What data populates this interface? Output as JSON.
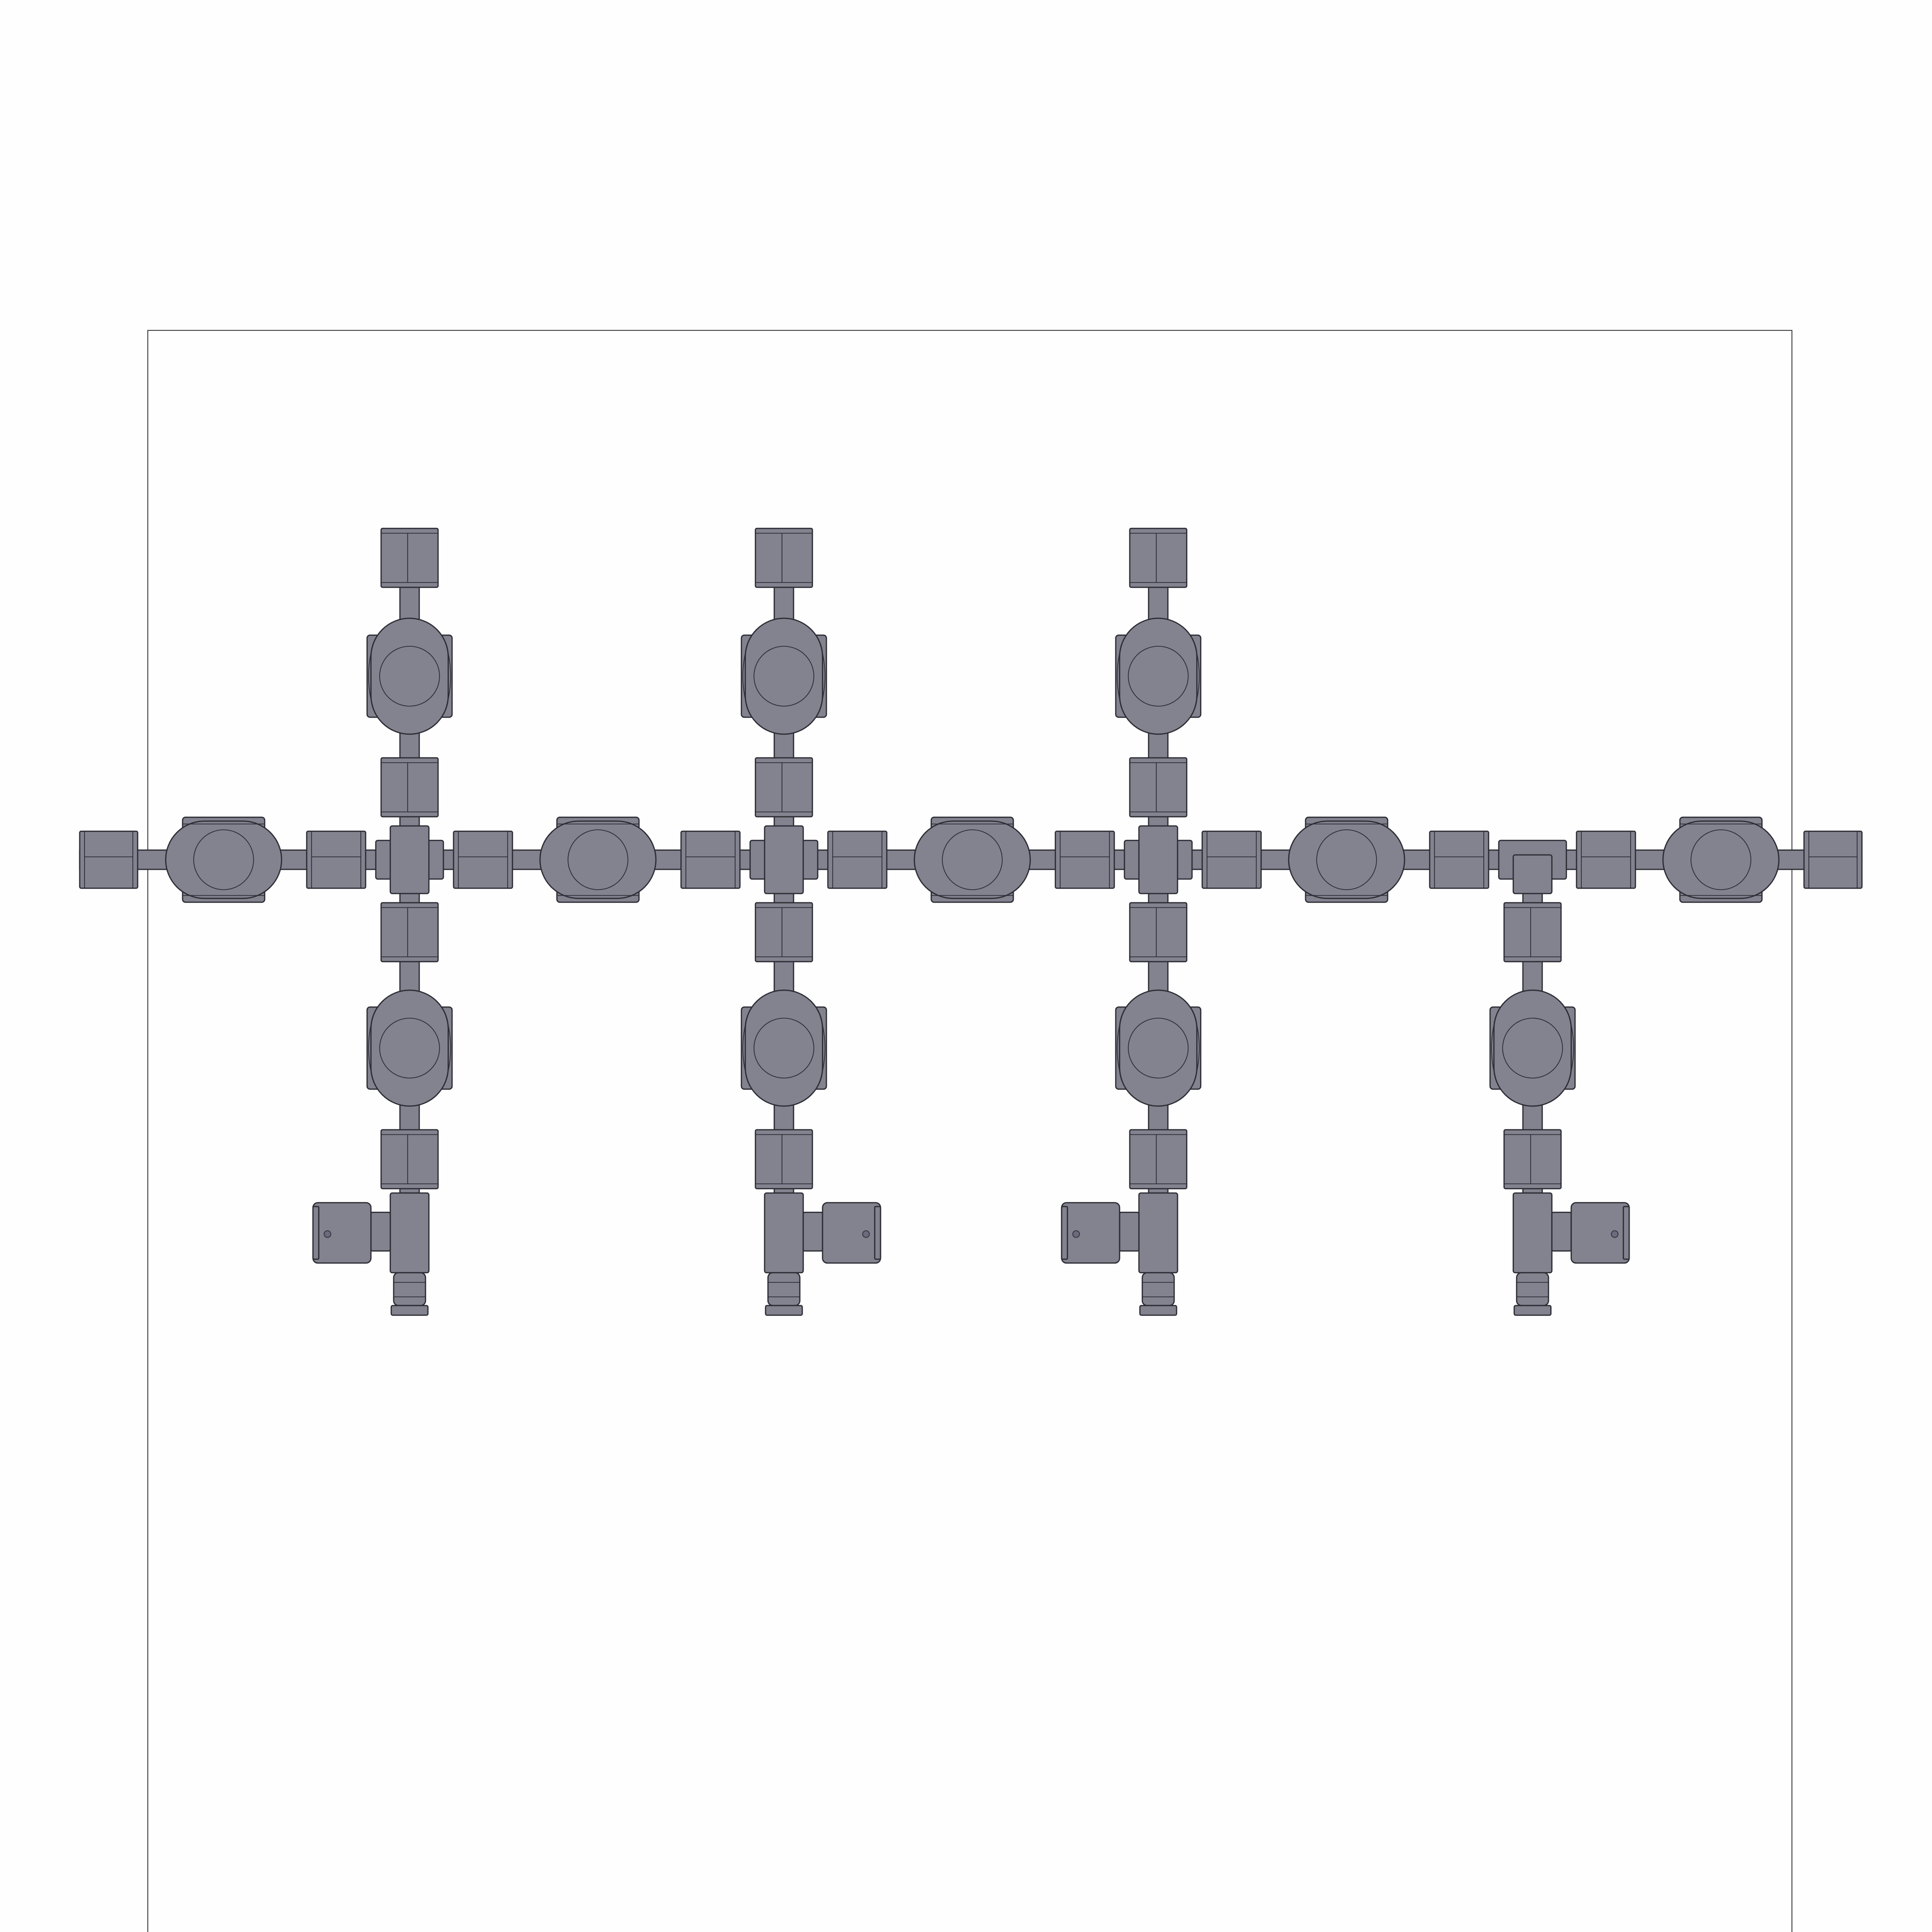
{
  "drawing": {
    "colors": {
      "part_fill": "#82838f",
      "part_stroke": "#2b2b33",
      "frame_stroke": "#4a4a4a",
      "background": "#fefefe"
    },
    "components": {
      "manifold_header": {
        "kind": "horizontal-pipe-run",
        "inline_valve_count": 5,
        "end_nut_count": 2
      },
      "branches": [
        {
          "kind": "cross-fitting",
          "upper_valve": true,
          "lower_valve": true,
          "outlet_side": "left"
        },
        {
          "kind": "cross-fitting",
          "upper_valve": true,
          "lower_valve": true,
          "outlet_side": "right"
        },
        {
          "kind": "cross-fitting",
          "upper_valve": true,
          "lower_valve": true,
          "outlet_side": "left"
        },
        {
          "kind": "tee-fitting",
          "upper_valve": false,
          "lower_valve": true,
          "outlet_side": "right"
        }
      ]
    }
  }
}
